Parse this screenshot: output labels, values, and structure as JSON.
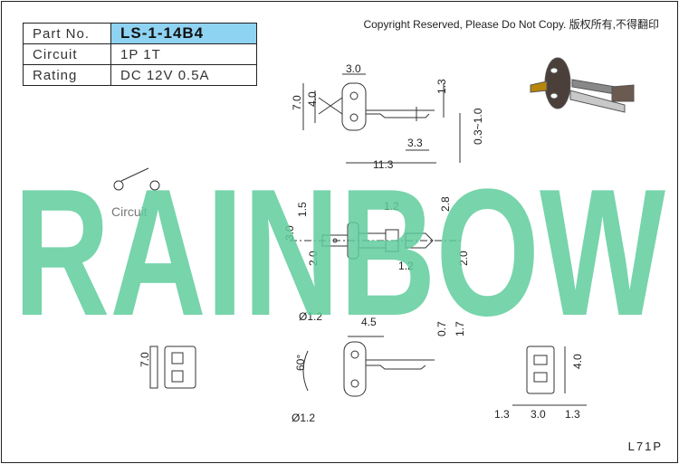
{
  "spec": {
    "rows": [
      {
        "key": "Part No.",
        "value": "LS-1-14B4"
      },
      {
        "key": "Circuit",
        "value": "1P 1T"
      },
      {
        "key": "Rating",
        "value": "DC 12V 0.5A"
      }
    ],
    "model_highlight_color": "#8fd3f2"
  },
  "copyright": "Copyright Reserved, Please Do Not Copy. 版权所有,不得翻印",
  "page_code": "L71P",
  "circuit_label": "Circuit",
  "watermark": {
    "text": "RAINBOW",
    "color": "#5fcc9c"
  },
  "dims": {
    "top": {
      "w": "3.0",
      "h_body": "4.0",
      "h_total": "7.0",
      "pin_h": "1.3",
      "gap": "0.3~1.0",
      "tab": "3.3",
      "length": "11.3"
    },
    "side": {
      "h": "3.0",
      "a": "1.5",
      "b": "1.2",
      "c": "2.8",
      "d": "2.0",
      "e": "1.2",
      "f": "2.0"
    },
    "front": {
      "hole": "Ø1.2",
      "width": "4.5",
      "t1": "0.7",
      "t2": "1.7",
      "angle": "60°",
      "hole2": "Ø1.2"
    },
    "left": {
      "h": "7.0"
    },
    "right": {
      "h": "4.0",
      "a": "1.3",
      "b": "3.0",
      "c": "1.3"
    }
  }
}
